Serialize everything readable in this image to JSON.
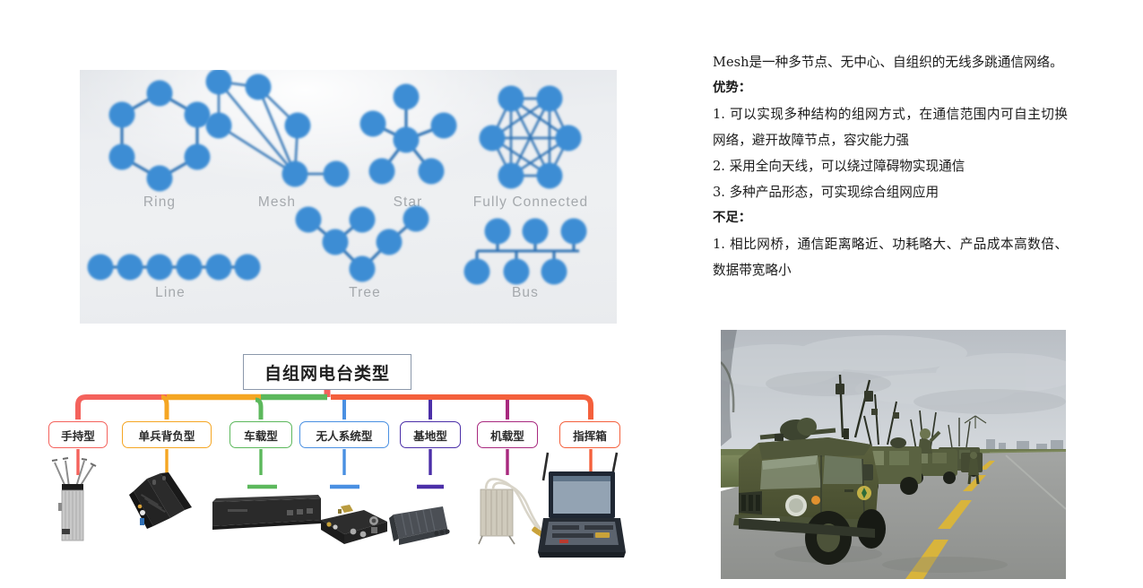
{
  "topology_panel": {
    "name": "network-topology-illustration",
    "labels": {
      "ring": "Ring",
      "mesh": "Mesh",
      "star": "Star",
      "fully_connected": "Fully Connected",
      "line": "Line",
      "tree": "Tree",
      "bus": "Bus"
    },
    "node_color": "#3c8dd4",
    "edge_color": "#2f72b4",
    "label_color": "#a5a9ad",
    "background_color": "#eceef1"
  },
  "radio_types": {
    "title": "自组网电台类型",
    "categories": [
      {
        "label": "手持型",
        "color": "#f4625c"
      },
      {
        "label": "单兵背负型",
        "color": "#f5a623"
      },
      {
        "label": "车载型",
        "color": "#5cb85c"
      },
      {
        "label": "无人系统型",
        "color": "#4a90e2"
      },
      {
        "label": "基地型",
        "color": "#4b2fa8"
      },
      {
        "label": "机载型",
        "color": "#a8297e"
      },
      {
        "label": "指挥箱",
        "color": "#f4603c"
      }
    ],
    "title_border_color": "#8b98ab"
  },
  "description": {
    "intro": "Mesh是一种多节点、无中心、自组织的无线多跳通信网络。",
    "advantages_heading": "优势：",
    "advantages": [
      "1. 可以实现多种结构的组网方式，在通信范围内可自主切换网络，避开故障节点，容灾能力强",
      "2. 采用全向天线，可以绕过障碍物实现通信",
      "3. 多种产品形态，可实现综合组网应用"
    ],
    "disadvantages_heading": "不足：",
    "disadvantages": [
      "1. 相比网桥，通信距离略近、功耗略大、产品成本高数倍、数据带宽略小"
    ]
  },
  "photo": {
    "name": "military-convoy-photo",
    "alt": "军用车队公路行进，车顶架设自组网天线"
  }
}
